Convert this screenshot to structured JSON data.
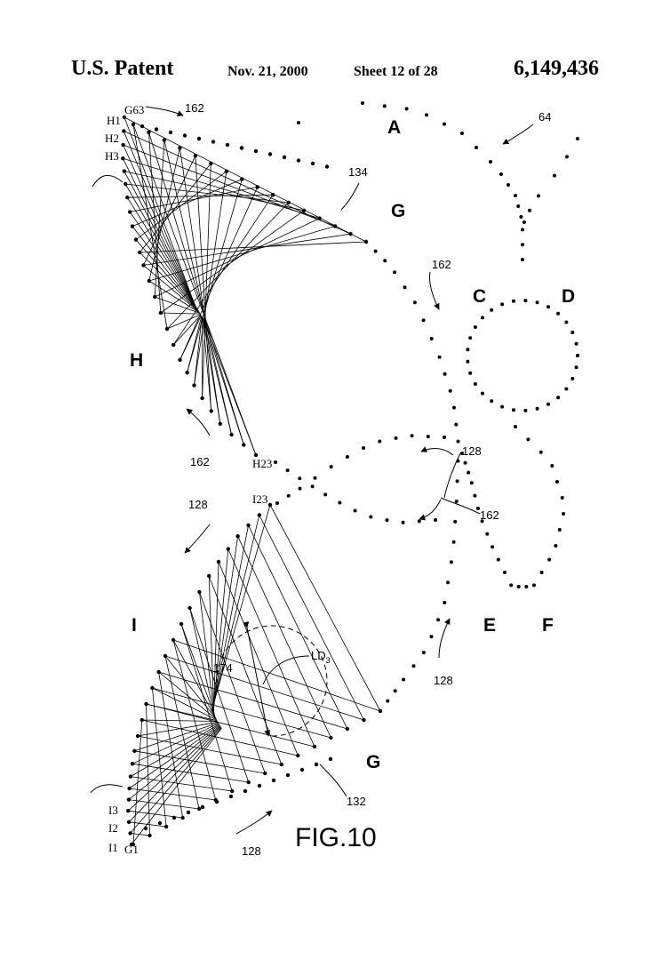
{
  "header": {
    "left": "U.S. Patent",
    "date": "Nov. 21, 2000",
    "sheet": "Sheet 12 of 28",
    "patent_number": "6,149,436"
  },
  "figure": {
    "title": "FIG.10",
    "region_labels": {
      "A": "A",
      "C": "C",
      "D": "D",
      "E": "E",
      "F": "F",
      "G_top": "G",
      "G_bottom": "G",
      "H": "H",
      "I": "I"
    },
    "point_labels": {
      "G63": "G63",
      "H1": "H1",
      "H2": "H2",
      "H3": "H3",
      "H23": "H23",
      "I23": "I23",
      "I3": "I3",
      "I2": "I2",
      "I1": "I1",
      "G1": "G1"
    },
    "reference_numerals": {
      "r64": "64",
      "r162_top": "162",
      "r134": "134",
      "r162_mid": "162",
      "r162_left": "162",
      "r128_right": "128",
      "r162_right": "162",
      "r128_left": "128",
      "r174": "174",
      "r128_lower": "128",
      "r132": "132",
      "r128_bottom": "128"
    },
    "dimension_label": "LD",
    "dimension_subscript": "3"
  }
}
